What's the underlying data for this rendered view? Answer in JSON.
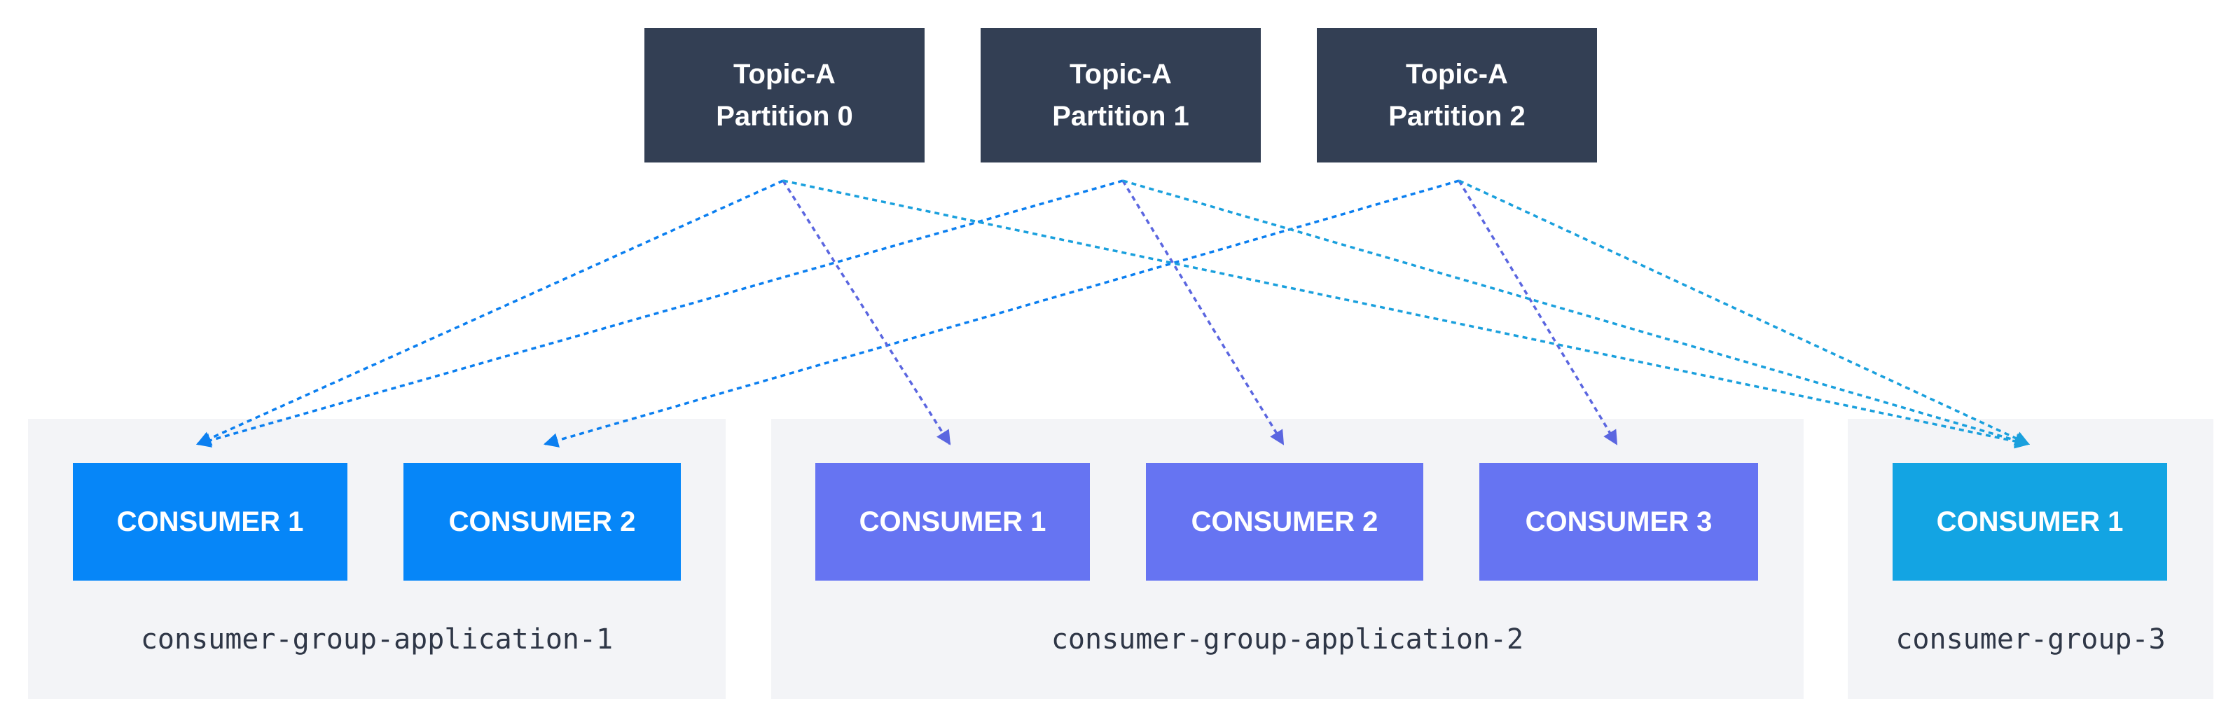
{
  "topics": [
    {
      "line1": "Topic-A",
      "line2": "Partition 0"
    },
    {
      "line1": "Topic-A",
      "line2": "Partition 1"
    },
    {
      "line1": "Topic-A",
      "line2": "Partition 2"
    }
  ],
  "groups": [
    {
      "label": "consumer-group-application-1",
      "color": "#0686f8",
      "consumers": [
        {
          "label": "CONSUMER 1"
        },
        {
          "label": "CONSUMER 2"
        }
      ]
    },
    {
      "label": "consumer-group-application-2",
      "color": "#6674f2",
      "consumers": [
        {
          "label": "CONSUMER 1"
        },
        {
          "label": "CONSUMER 2"
        },
        {
          "label": "CONSUMER 3"
        }
      ]
    },
    {
      "label": "consumer-group-3",
      "color": "#13a4e3",
      "consumers": [
        {
          "label": "CONSUMER 1"
        }
      ]
    }
  ],
  "colors": {
    "topic_bg": "#333f54",
    "group_bg": "#f3f4f7",
    "arrow_group_1": "#0b7ff0",
    "arrow_group_2": "#5b66e0",
    "arrow_group_3": "#1aa0dd"
  },
  "edges": [
    {
      "from": "topic-0",
      "to": "group-1-consumer-1",
      "group": 1
    },
    {
      "from": "topic-1",
      "to": "group-1-consumer-1",
      "group": 1
    },
    {
      "from": "topic-2",
      "to": "group-1-consumer-2",
      "group": 1
    },
    {
      "from": "topic-0",
      "to": "group-2-consumer-1",
      "group": 2
    },
    {
      "from": "topic-1",
      "to": "group-2-consumer-2",
      "group": 2
    },
    {
      "from": "topic-2",
      "to": "group-2-consumer-3",
      "group": 2
    },
    {
      "from": "topic-0",
      "to": "group-3-consumer-1",
      "group": 3
    },
    {
      "from": "topic-1",
      "to": "group-3-consumer-1",
      "group": 3
    },
    {
      "from": "topic-2",
      "to": "group-3-consumer-1",
      "group": 3
    }
  ]
}
